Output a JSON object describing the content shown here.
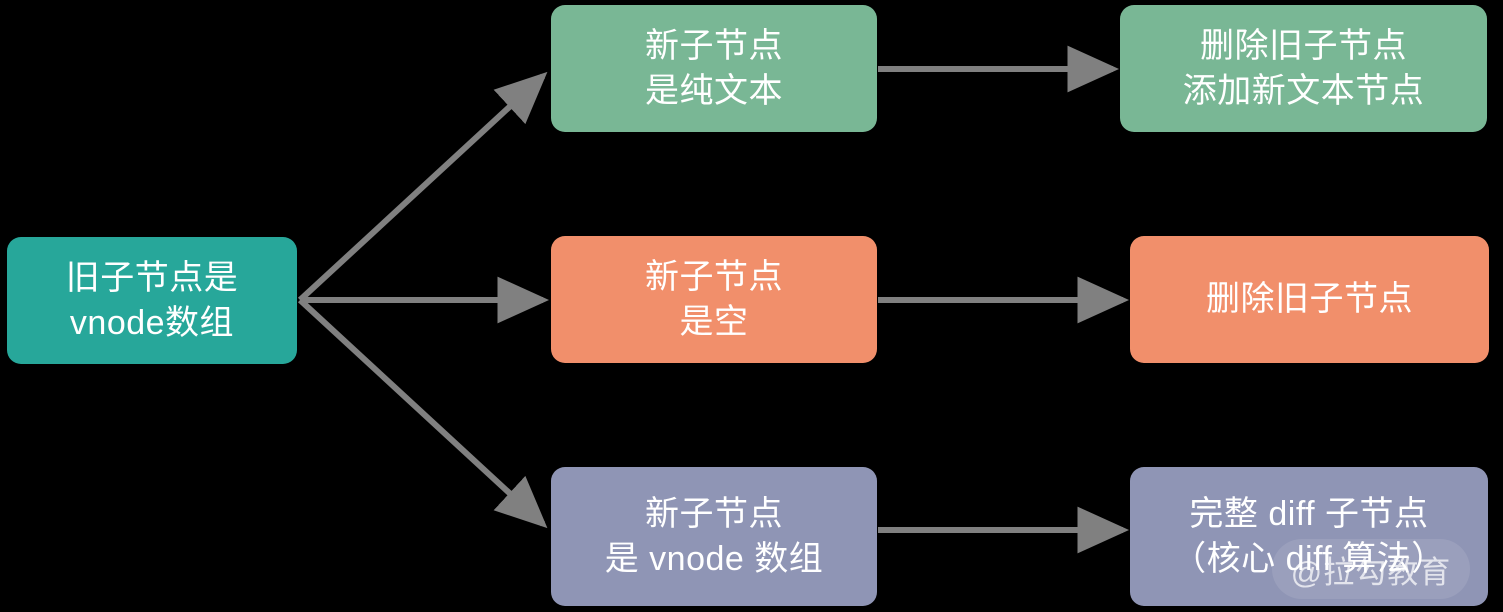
{
  "diagram": {
    "type": "flowchart",
    "background_color": "#000000",
    "arrow_color": "#808080",
    "text_color": "#ffffff",
    "root": {
      "label": "旧子节点是\nvnode数组",
      "color": "#27a79a"
    },
    "branches": [
      {
        "condition": {
          "label": "新子节点\n是纯文本",
          "color": "#79b795"
        },
        "result": {
          "label": "删除旧子节点\n添加新文本节点",
          "color": "#79b795"
        }
      },
      {
        "condition": {
          "label": "新子节点\n是空",
          "color": "#f18f6b"
        },
        "result": {
          "label": "删除旧子节点",
          "color": "#f18f6b"
        }
      },
      {
        "condition": {
          "label": "新子节点\n是 vnode 数组",
          "color": "#8f95b5"
        },
        "result": {
          "label": "完整 diff 子节点\n（核心 diff 算法）",
          "color": "#8f95b5"
        }
      }
    ]
  },
  "watermark": {
    "text": "@拉勾教育"
  }
}
